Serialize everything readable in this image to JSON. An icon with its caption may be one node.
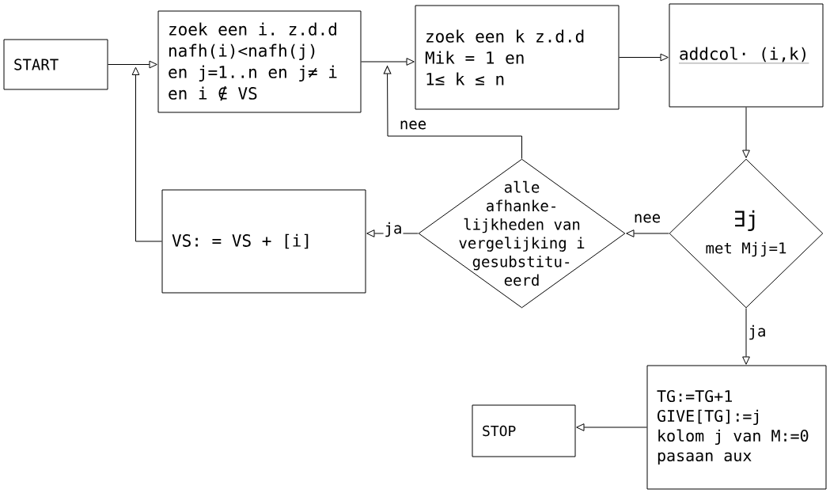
{
  "diagram": {
    "nodes": [
      {
        "text": [
          "START"
        ]
      },
      {
        "text": [
          "zoek een i. z.d.d nafh(i)<nafh(j) en j=1..n en j≠ i en i ∉ VS"
        ]
      },
      {
        "text": [
          "zoek een k z.d.d Mik = 1 en 1≤ k ≤ n"
        ]
      },
      {
        "text": [
          "addcol· (i,k)"
        ]
      },
      {
        "text": [
          "∃j",
          "met Mjj=1"
        ]
      },
      {
        "text": [
          "alle afhanke- lijkheden van vergelijking i gesubstitu- eerd"
        ]
      },
      {
        "text": [
          "VS: = VS + [i]"
        ]
      },
      {
        "text": [
          "TG:=TG+1 GIVE[TG]:=j kolom j van M:=0 pasaan aux"
        ]
      },
      {
        "text": [
          "STOP"
        ]
      }
    ],
    "edges": [
      {
        "from": 0,
        "to": 1,
        "arrow": "to"
      },
      {
        "from": 6,
        "to": 1,
        "arrow": "to"
      },
      {
        "from": 1,
        "to": 2,
        "arrow": "to"
      },
      {
        "from": 5,
        "to": 2,
        "arrow": "to",
        "label": "nee"
      },
      {
        "from": 2,
        "to": 3,
        "arrow": "to"
      },
      {
        "from": 3,
        "to": 4,
        "arrow": "to"
      },
      {
        "from": 4,
        "to": 5,
        "arrow": "to",
        "label": "nee"
      },
      {
        "from": 5,
        "to": 6,
        "arrow": "to",
        "label": "ja"
      },
      {
        "from": 4,
        "to": 7,
        "arrow": "to",
        "label": "ja"
      },
      {
        "from": 7,
        "to": 8,
        "arrow": "to"
      }
    ]
  }
}
